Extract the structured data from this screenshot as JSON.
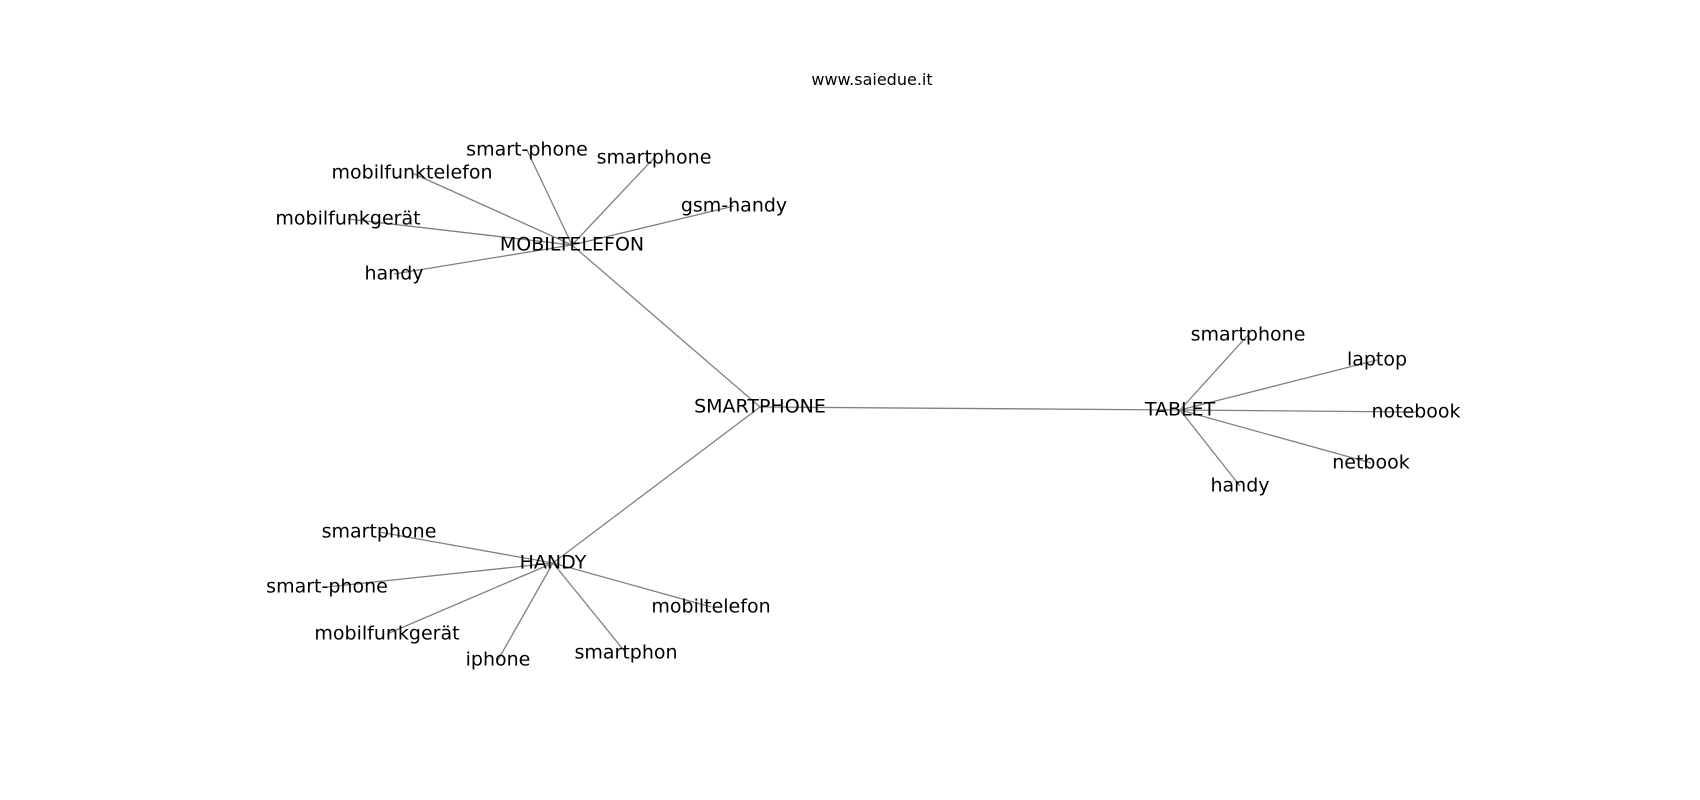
{
  "site": "www.saiedue.it",
  "colors": {
    "edge": "#808080",
    "text": "#000000",
    "background": "#ffffff"
  },
  "graph": {
    "root": {
      "label": "SMARTPHONE"
    },
    "hubs": [
      {
        "label": "MOBILTELEFON",
        "leaves": [
          "smart-phone",
          "smartphone",
          "mobilfunktelefon",
          "gsm-handy",
          "mobilfunkgerät",
          "handy"
        ]
      },
      {
        "label": "TABLET",
        "leaves": [
          "smartphone",
          "laptop",
          "notebook",
          "netbook",
          "handy"
        ]
      },
      {
        "label": "HANDY",
        "leaves": [
          "smartphone",
          "smart-phone",
          "mobiltelefon",
          "mobilfunkgerät",
          "iphone",
          "smartphon"
        ]
      }
    ]
  }
}
